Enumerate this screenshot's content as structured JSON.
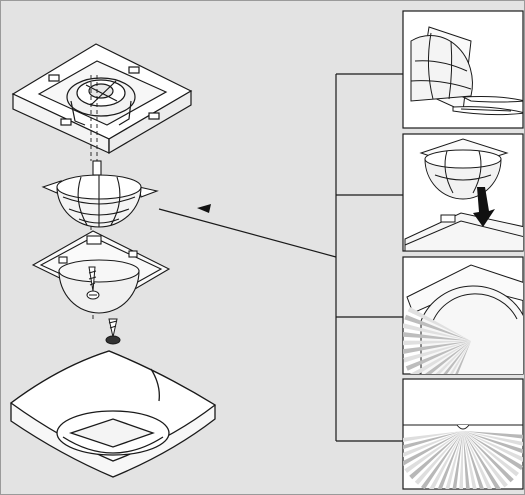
{
  "figure": {
    "background": "#e3e3e3",
    "panel_background": "#ffffff",
    "line_color": "#1a1a1a",
    "lens_fill": "#f2f2f2",
    "arrow_color": "#111111"
  },
  "exploded_view": {
    "parts": [
      "ceiling-mount-frame",
      "lens-masking-dome",
      "sensor-lens-dome",
      "fixing-screw",
      "mounting-screw",
      "cover-frame"
    ]
  },
  "detail_panels": [
    {
      "id": "step-1",
      "icon": "cut-with-knife-icon"
    },
    {
      "id": "step-2",
      "icon": "press-down-arrow-icon"
    },
    {
      "id": "step-3",
      "icon": "detection-zone-partial-icon"
    },
    {
      "id": "step-4",
      "icon": "detection-zone-side-view-icon"
    }
  ]
}
